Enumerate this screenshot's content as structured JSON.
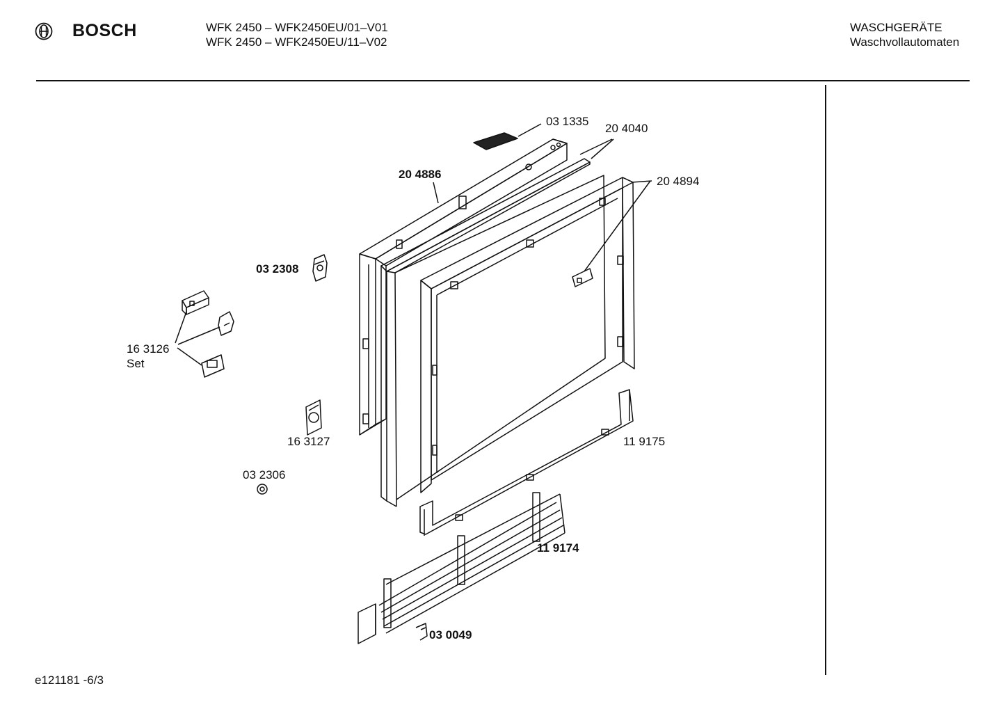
{
  "header": {
    "brand": "BOSCH",
    "brand_logo_icon": "bosch-armature-logo-icon",
    "model_lines": [
      "WFK 2450 – WFK2450EU/01–V01",
      "WFK 2450 – WFK2450EU/11–V02"
    ],
    "category_lines": [
      "WASCHGERÄTE",
      "Waschvollautomaten"
    ]
  },
  "parts": [
    {
      "number": "03 1335",
      "bold": false
    },
    {
      "number": "20 4040",
      "bold": false
    },
    {
      "number": "20 4886",
      "bold": true
    },
    {
      "number": "20 4894",
      "bold": false
    },
    {
      "number": "03 2308",
      "bold": true
    },
    {
      "number": "16 3126",
      "bold": false,
      "note": "Set"
    },
    {
      "number": "16 3127",
      "bold": false
    },
    {
      "number": "11 9175",
      "bold": false
    },
    {
      "number": "03 2306",
      "bold": false
    },
    {
      "number": "11 9174",
      "bold": true
    },
    {
      "number": "03 0049",
      "bold": true
    }
  ],
  "footer": {
    "drawing_id": "e121181 -6/3"
  }
}
